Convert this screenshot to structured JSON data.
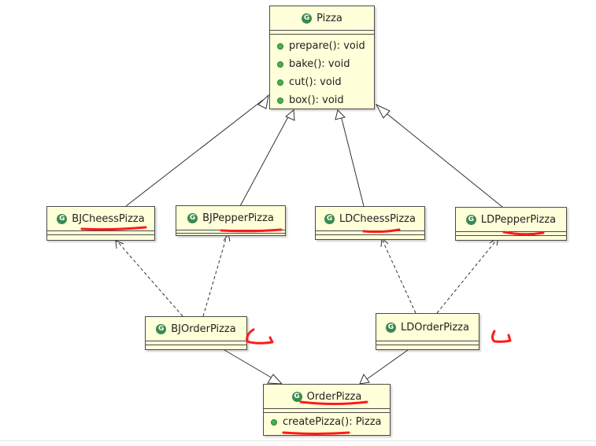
{
  "pizza": {
    "name": "Pizza",
    "methods": [
      "prepare(): void",
      "bake(): void",
      "cut(): void",
      "box(): void"
    ]
  },
  "subclasses": {
    "bj_cheess": "BJCheessPizza",
    "bj_pepper": "BJPepperPizza",
    "ld_cheess": "LDCheessPizza",
    "ld_pepper": "LDPepperPizza"
  },
  "orders": {
    "bj_order": "BJOrderPizza",
    "ld_order": "LDOrderPizza"
  },
  "order_pizza": {
    "name": "OrderPizza",
    "methods": [
      "createPizza(): Pizza"
    ]
  },
  "icon_letter": "G",
  "colors": {
    "class_fill": "#ffffd9",
    "border": "#4a4a4a",
    "connector": "#333333",
    "annotation": "#ff1a1a",
    "class_icon": "#3b8a4f",
    "method_icon": "#4caf50"
  }
}
